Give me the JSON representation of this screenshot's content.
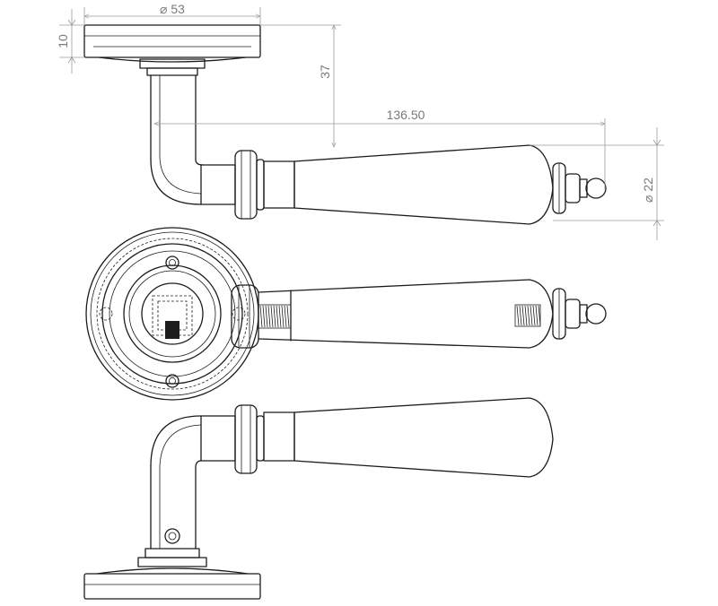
{
  "dimensions": {
    "rose_diameter": "⌀ 53",
    "rose_thickness": "10",
    "rose_to_lever": "37",
    "lever_length": "136.50",
    "grip_diameter": "⌀ 22"
  },
  "colors": {
    "line": "#1c1c1c",
    "dimension": "#9a9a9a",
    "background": "#ffffff"
  }
}
